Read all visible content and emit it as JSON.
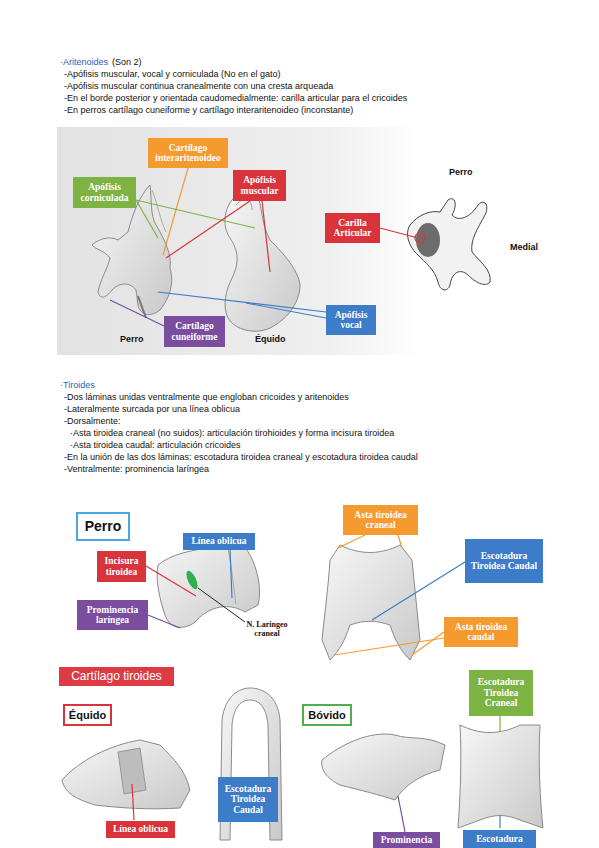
{
  "diagram": {
    "nodes": [
      {
        "text": [
          "Cartílago interaritenoideo"
        ]
      },
      {
        "text": [
          "Apófisis corniculada"
        ]
      },
      {
        "text": [
          "Apófisis muscular"
        ]
      },
      {
        "text": [
          "Carilla Articular"
        ]
      },
      {
        "text": [
          "Apófisis vocal"
        ]
      },
      {
        "text": [
          "Cartílago cuneiforme"
        ]
      },
      {
        "text": [
          "Perro"
        ]
      },
      {
        "text": [
          "Asta tiroidea craneal"
        ]
      },
      {
        "text": [
          "Línea oblicua"
        ]
      },
      {
        "text": [
          "Escotadura Tiroidea Caudal"
        ]
      },
      {
        "text": [
          "Incisura tiroidea"
        ]
      },
      {
        "text": [
          "Prominencia laríngea"
        ]
      },
      {
        "text": [
          "Asta tiroidea caudal"
        ]
      },
      {
        "text": [
          "Cartílago tiroides"
        ]
      },
      {
        "text": [
          "Équido"
        ]
      },
      {
        "text": [
          "Línea oblicua"
        ]
      },
      {
        "text": [
          "Escotadura Tiroidea Caudal"
        ]
      },
      {
        "text": [
          "Bóvido"
        ]
      },
      {
        "text": [
          "Escotadura Tiroidea Craneal"
        ]
      },
      {
        "text": [
          "Prominencia"
        ]
      },
      {
        "text": [
          "Escotadura"
        ]
      }
    ],
    "labels": [
      "·Aritenoides",
      "(Son 2)",
      "-Apófisis muscular, vocal y corniculada (No en el gato)",
      "-Apófisis muscular continua cranealmente con una cresta arqueada",
      "-En el borde posterior y orientada caudomedialmente: carilla articular para el cricoides",
      "-En perros cartílago cuneiforme y cartílago interaritenoideo (inconstante)",
      "Perro",
      "Medial",
      "Perro",
      "Équido",
      "·Tiroides",
      "-Dos láminas unidas ventralmente que engloban cricoides y aritenoides",
      "-Lateralmente surcada por una línea oblicua",
      "-Dorsalmente:",
      "·Asta tiroidea craneal (no suidos): articulación tirohioides y forma incisura tiroidea",
      "·Asta tiroidea caudal: articulación cricoides",
      "-En la unión de las dos láminas: escotadura tiroidea craneal y escotadura tiroidea caudal",
      "-Ventralmente: prominencia laríngea",
      "N. Laringeo craneal"
    ]
  }
}
